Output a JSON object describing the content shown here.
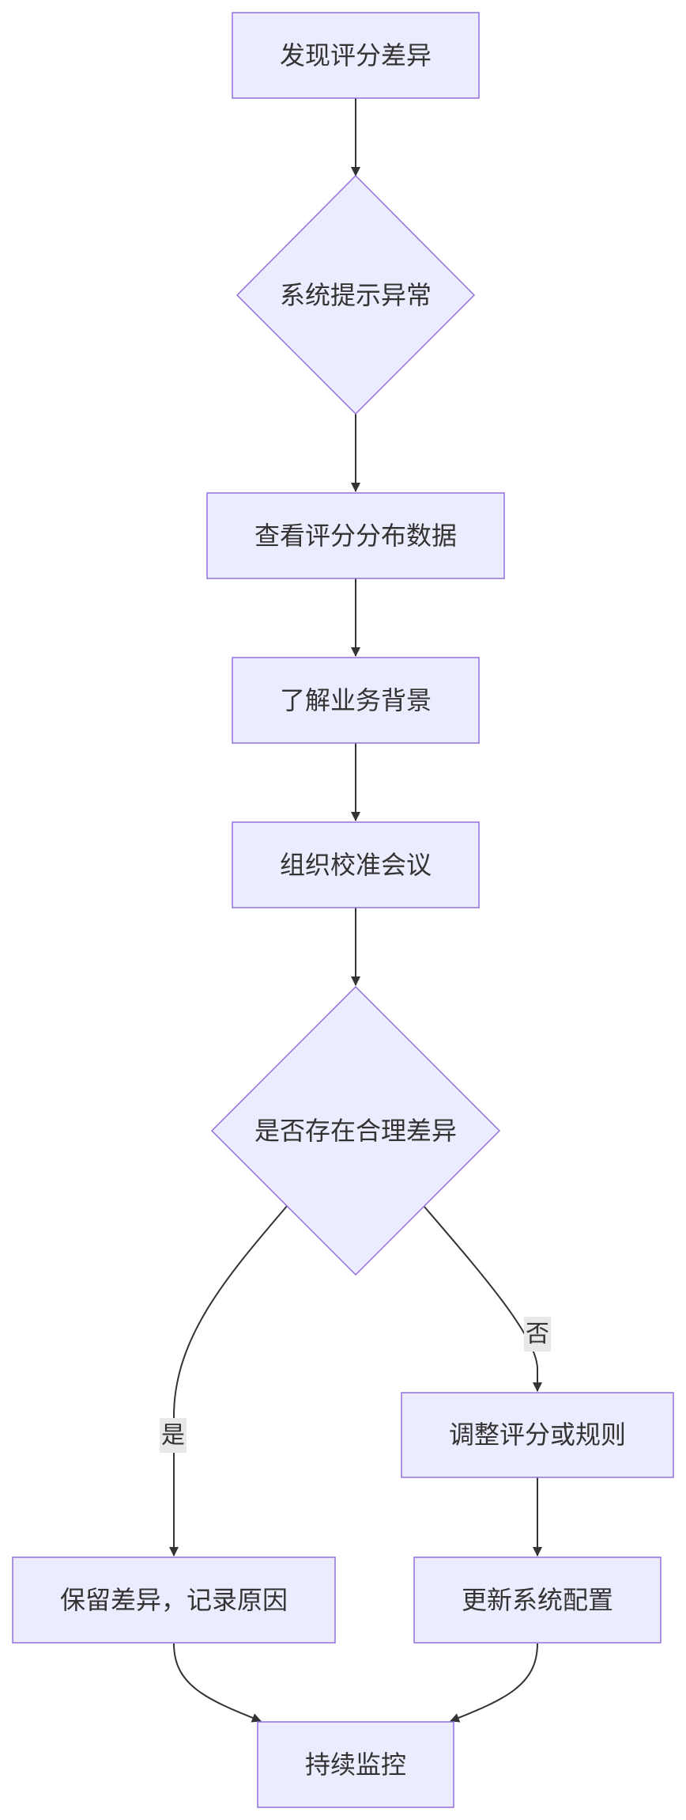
{
  "diagram": {
    "colors": {
      "node_fill": "#ECECFF",
      "node_stroke": "#9370DB",
      "edge": "#333333",
      "text": "#333333",
      "edge_label_bg": "#E8E8E8"
    },
    "nodes": {
      "discover": "发现评分差异",
      "alert": "系统提示异常",
      "view_data": "查看评分分布数据",
      "context": "了解业务背景",
      "meeting": "组织校准会议",
      "decision": "是否存在合理差异",
      "adjust": "调整评分或规则",
      "keep": "保留差异，记录原因",
      "update": "更新系统配置",
      "monitor": "持续监控"
    },
    "edges": [
      {
        "from": "discover",
        "to": "alert",
        "label": ""
      },
      {
        "from": "alert",
        "to": "view_data",
        "label": ""
      },
      {
        "from": "view_data",
        "to": "context",
        "label": ""
      },
      {
        "from": "context",
        "to": "meeting",
        "label": ""
      },
      {
        "from": "meeting",
        "to": "decision",
        "label": ""
      },
      {
        "from": "decision",
        "to": "keep",
        "label": "是"
      },
      {
        "from": "decision",
        "to": "adjust",
        "label": "否"
      },
      {
        "from": "adjust",
        "to": "update",
        "label": ""
      },
      {
        "from": "keep",
        "to": "monitor",
        "label": ""
      },
      {
        "from": "update",
        "to": "monitor",
        "label": ""
      }
    ]
  }
}
